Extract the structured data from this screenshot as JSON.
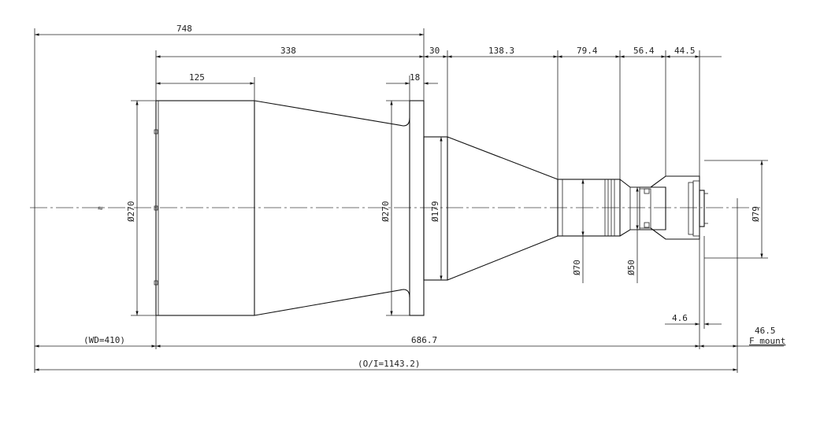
{
  "dimensions": {
    "total_length_748": "748",
    "body_338": "338",
    "flange_gap_30": "30",
    "section_138": "138.3",
    "section_79": "79.4",
    "section_56": "56.4",
    "section_44": "44.5",
    "front_125": "125",
    "flange_18": "18",
    "dia_front": "Ø270",
    "dia_flange": "Ø270",
    "dia_mid": "Ø179",
    "dia_70": "Ø70",
    "dia_50": "Ø50",
    "dia_79": "Ø79",
    "gap_4_6": "4.6",
    "flange_focal": "46.5",
    "mount": "F mount",
    "wd": "(WD=410)",
    "lens_length": "686.7",
    "oi": "(O/I=1143.2)"
  }
}
